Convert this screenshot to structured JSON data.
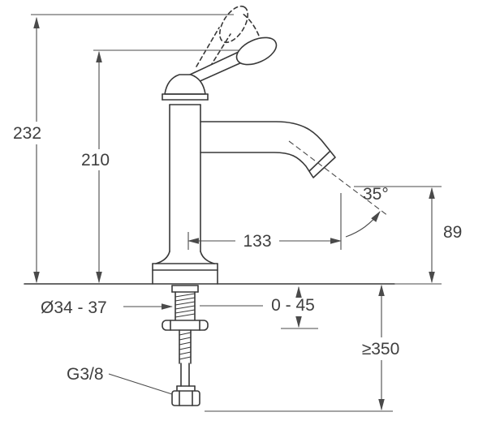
{
  "diagram": {
    "kind": "faucet-installation-dimension-drawing",
    "labels": {
      "total_height": "232",
      "spout_height": "210",
      "spout_reach": "133",
      "spout_angle": "35°",
      "outlet_height": "89",
      "hole_diameter": "Ø34 - 37",
      "deck_thickness": "0 - 45",
      "min_hose_length": "≥350",
      "thread": "G3/8"
    },
    "colors": {
      "object_line": "#383838",
      "dimension_line": "#4a4a4a",
      "text": "#3f3f3f",
      "background": "#ffffff"
    }
  }
}
